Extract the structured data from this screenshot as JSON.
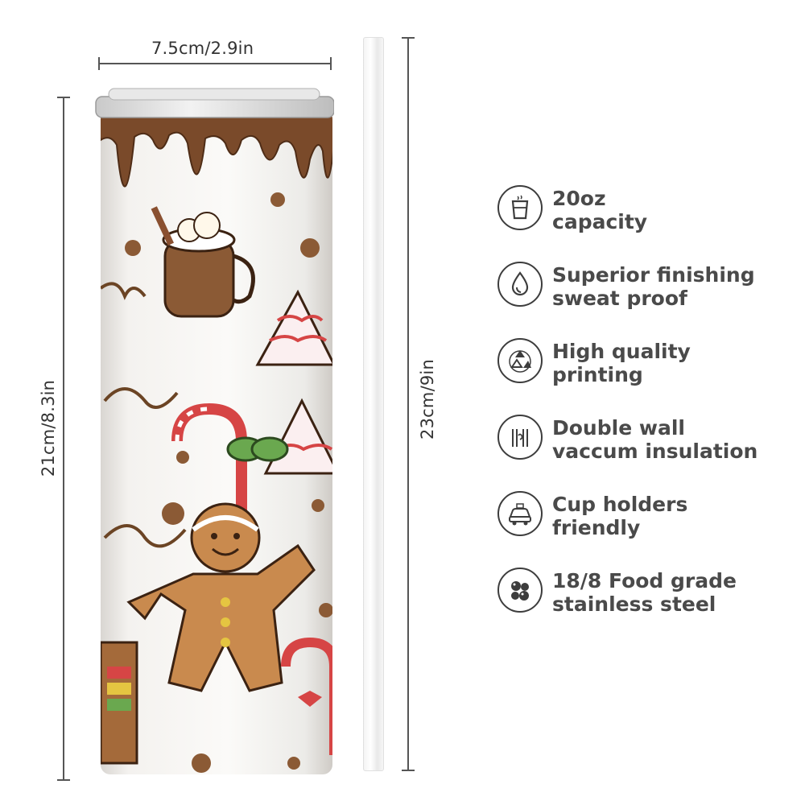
{
  "dimensions": {
    "width_label": "7.5cm/2.9in",
    "height_label": "21cm/8.3in",
    "straw_label": "23cm/9in"
  },
  "features": [
    {
      "icon": "cup-capacity-icon",
      "line1": "20oz",
      "line2": "capacity"
    },
    {
      "icon": "water-drop-icon",
      "line1": "Superior finishing",
      "line2": "sweat proof"
    },
    {
      "icon": "recycle-print-icon",
      "line1": "High quality",
      "line2": "printing"
    },
    {
      "icon": "double-wall-icon",
      "line1": "Double wall",
      "line2": "vaccum insulation"
    },
    {
      "icon": "car-icon",
      "line1": "Cup holders",
      "line2": "friendly"
    },
    {
      "icon": "steel-balls-icon",
      "line1": "18/8 Food grade",
      "line2": "stainless steel"
    }
  ],
  "colors": {
    "chocolate": "#7a4a2a",
    "gingerbread": "#c98a4e",
    "candy_red": "#d64545",
    "icing": "#f5f3f0",
    "text": "#4a4a4a"
  }
}
